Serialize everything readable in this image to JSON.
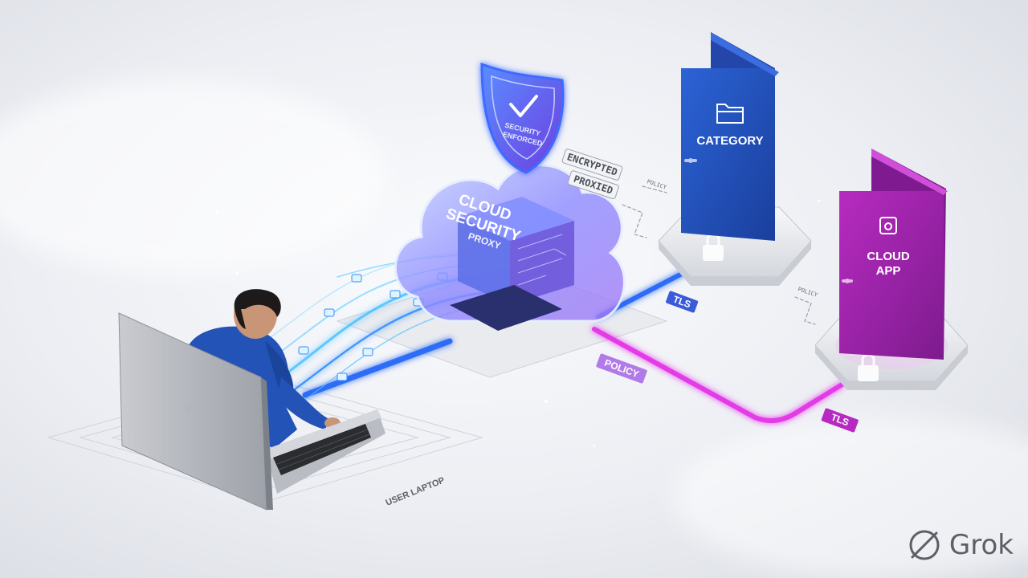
{
  "nodes": {
    "shield": {
      "line1": "SECURITY",
      "line2": "ENFORCED"
    },
    "proxy": {
      "line1": "CLOUD",
      "line2": "SECURITY",
      "line3": "PROXY"
    },
    "category_door": {
      "label": "CATEGORY"
    },
    "cloud_app_door": {
      "line1": "CLOUD",
      "line2": "APP"
    },
    "laptop": {
      "label": "USER LAPTOP"
    }
  },
  "tags": {
    "encrypted": "ENCRYPTED",
    "proxied": "PROXIED",
    "tls_top": "TLS",
    "tls_bottom": "TLS",
    "policy": "POLICY",
    "small_policy_1": "POLICY",
    "small_policy_2": "POLICY"
  },
  "watermark": {
    "text": "Grok"
  },
  "colors": {
    "blue_accent": "#2f6cf6",
    "door_blue": "#1f4fb8",
    "door_magenta": "#a01fa8",
    "magenta_accent": "#e43ae8",
    "cyan_stream": "#4ec3ff"
  }
}
